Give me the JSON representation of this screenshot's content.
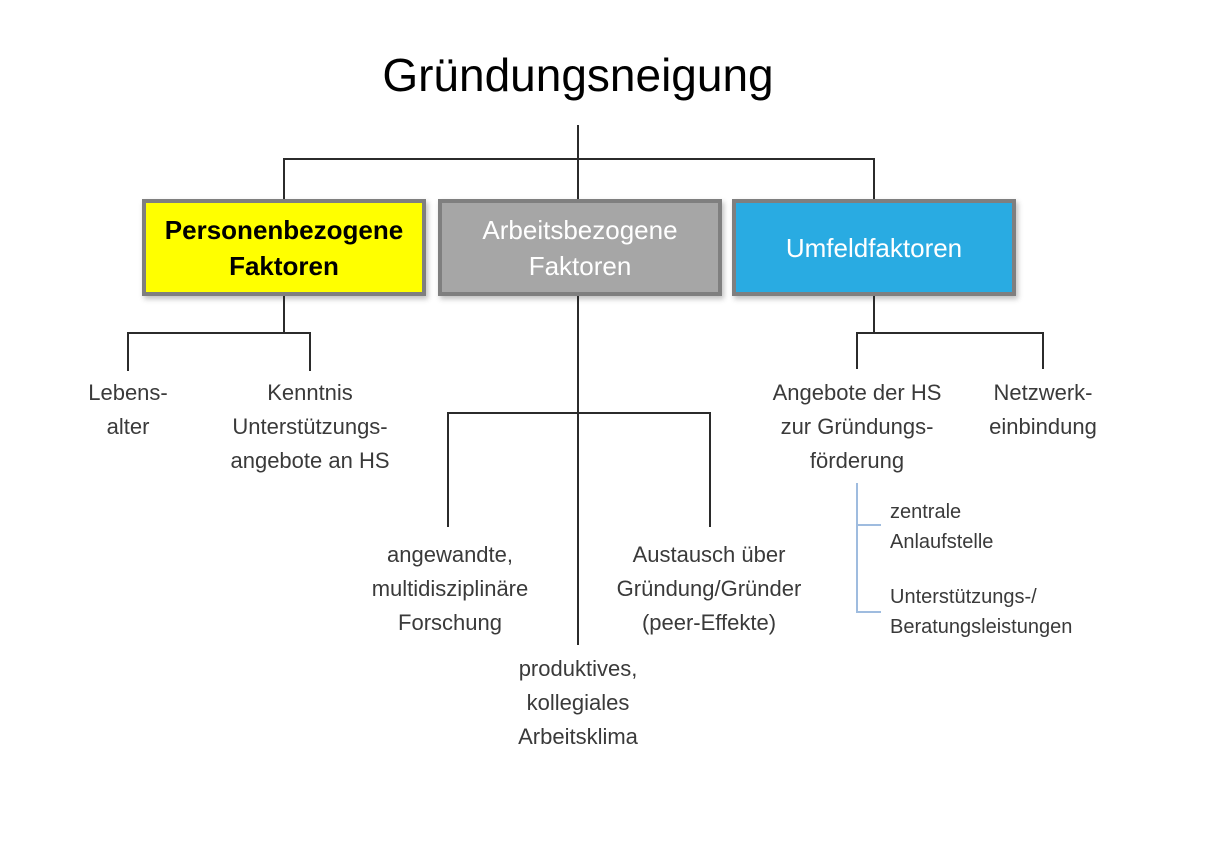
{
  "title": "Gründungsneigung",
  "colors": {
    "person_fill": "#FFFF00",
    "work_fill": "#A6A6A6",
    "env_fill": "#29ABE2",
    "box_border": "#7F7F7F",
    "connector_line": "#2B2B2B",
    "sub_bracket_line": "#9FBCDF",
    "person_text": "#000000",
    "box_text_light": "#FFFFFF",
    "leaf_text": "#3A3A3A"
  },
  "boxes": [
    {
      "id": "person",
      "label": "Personenbezogene\nFaktoren"
    },
    {
      "id": "work",
      "label": "Arbeitsbezogene\nFaktoren"
    },
    {
      "id": "env",
      "label": "Umfeldfaktoren"
    }
  ],
  "leaves": {
    "person": [
      {
        "label": "Lebens-\nalter"
      },
      {
        "label": "Kenntnis\nUnterstützungs-\nangebote an HS"
      }
    ],
    "work": [
      {
        "label": "angewandte,\nmultidisziplinäre\nForschung"
      },
      {
        "label": "Austausch über\nGründung/Gründer\n(peer-Effekte)"
      },
      {
        "label": "produktives,\nkollegiales\nArbeitsklima"
      }
    ],
    "env": [
      {
        "label": "Angebote der HS\nzur Gründungs-\nförderung"
      },
      {
        "label": "Netzwerk-\neinbindung"
      }
    ],
    "env_sub": [
      {
        "label": "zentrale\nAnlaufstelle"
      },
      {
        "label": "Unterstützungs-/\nBeratungsleistungen"
      }
    ]
  }
}
